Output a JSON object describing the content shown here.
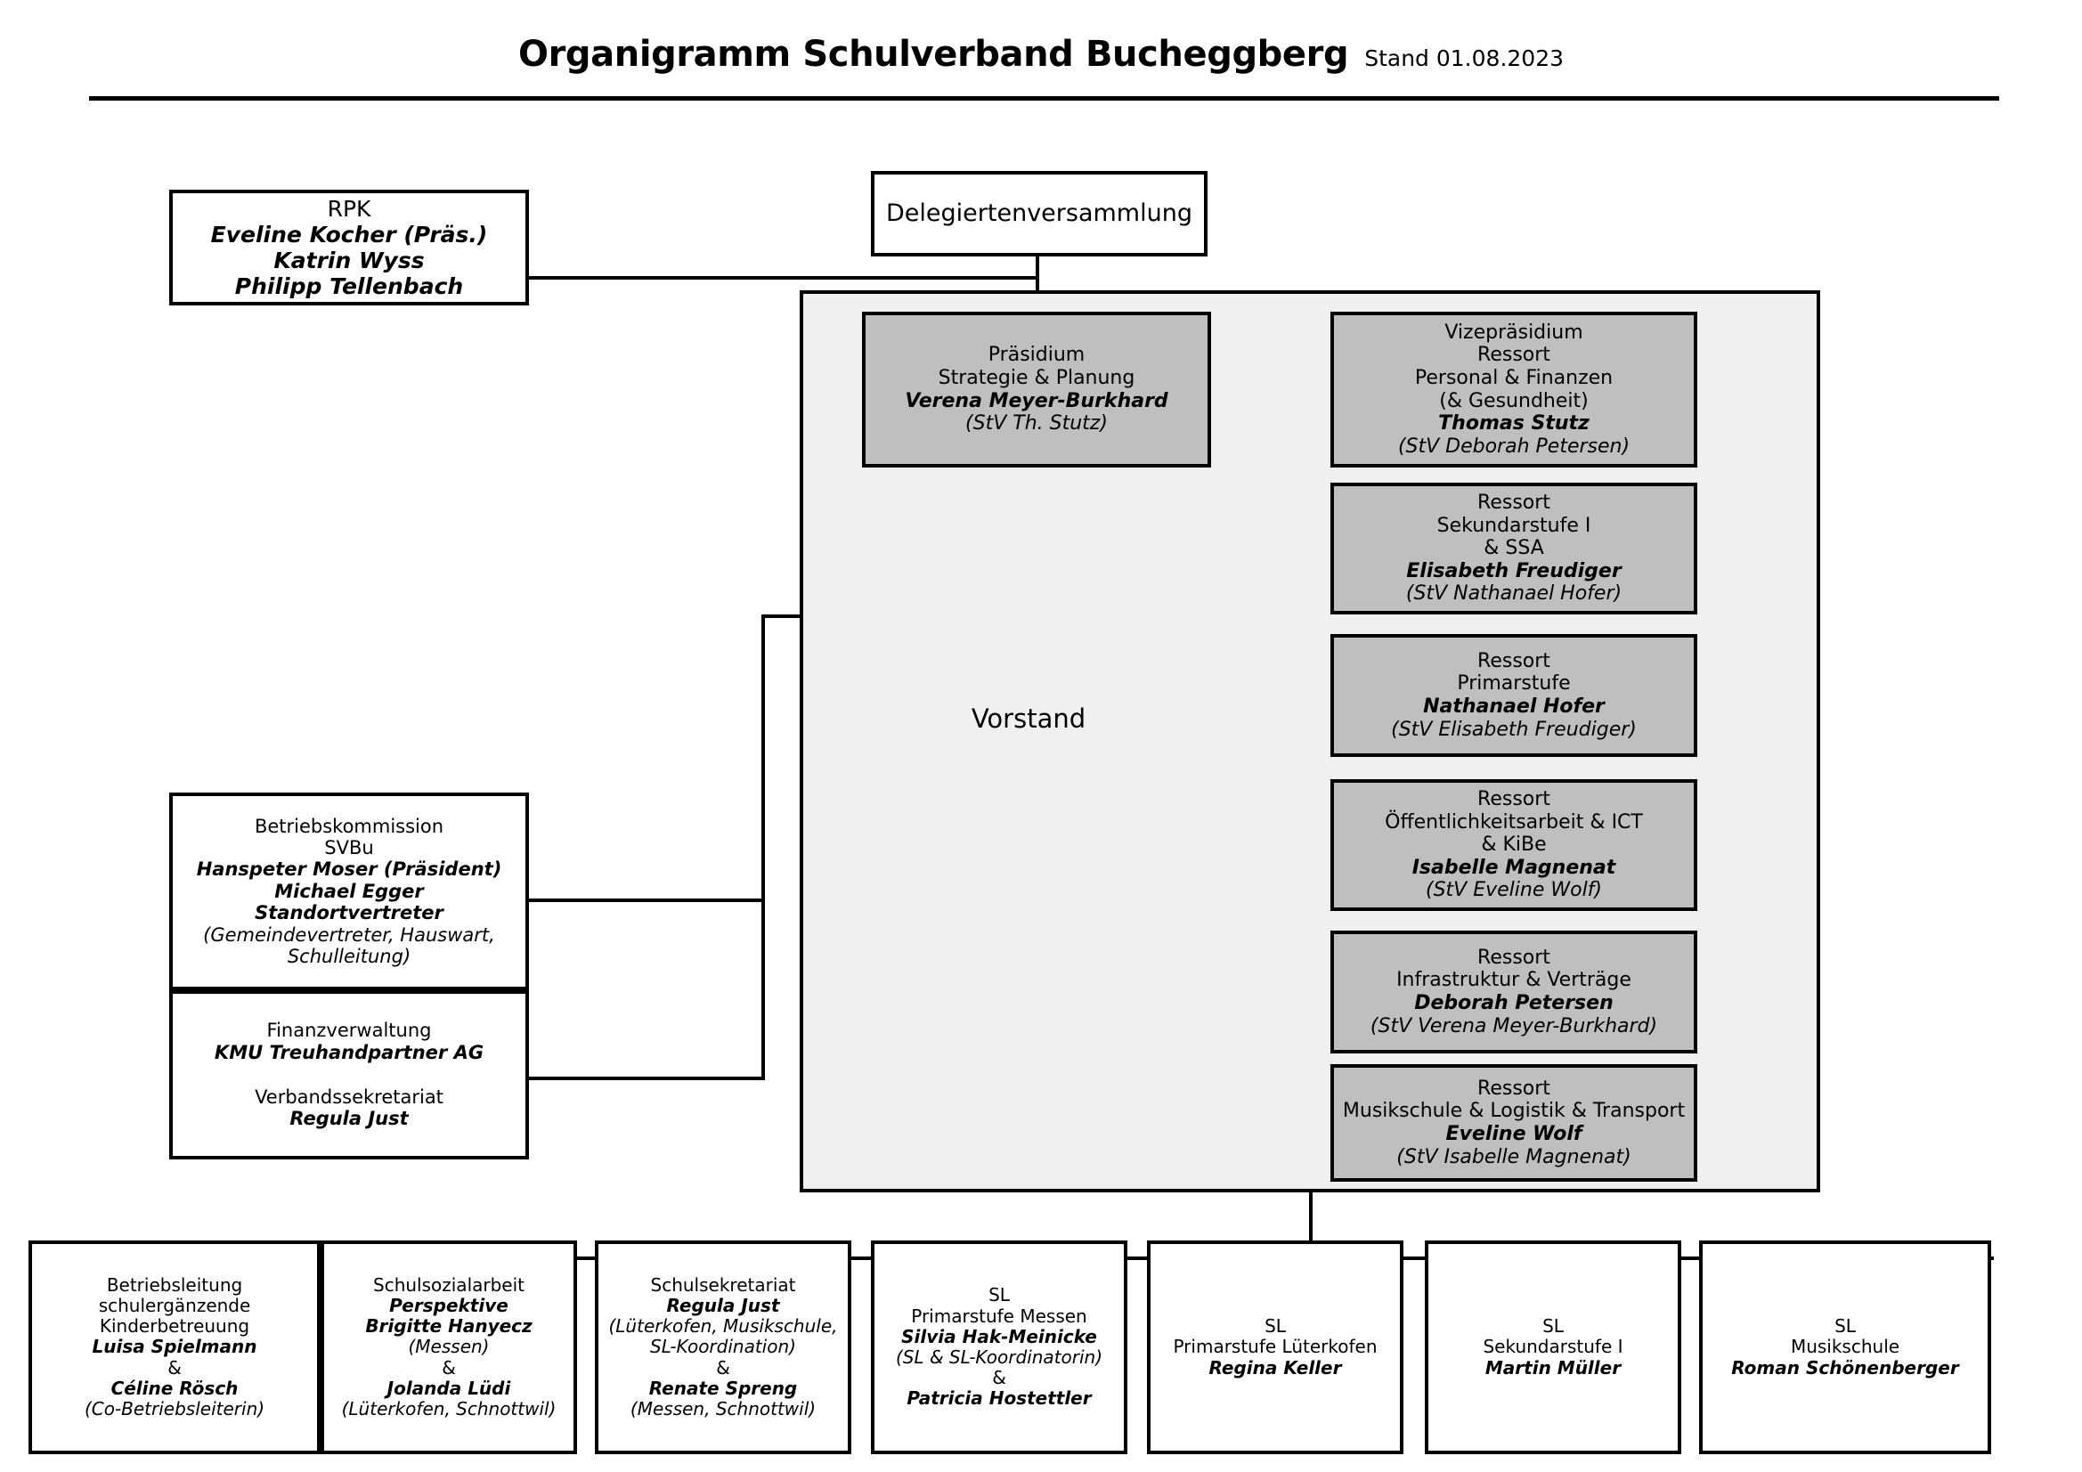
{
  "header": {
    "title": "Organigramm Schulverband Bucheggberg",
    "date": "Stand 01.08.2023"
  },
  "vorstand": {
    "label": "Vorstand"
  },
  "nodes": {
    "delegiertenversammlung": {
      "lines": [
        "Delegiertenversammlung"
      ]
    },
    "rpk": {
      "l1": "RPK",
      "l2": "Eveline Kocher (Präs.)",
      "l3": "Katrin Wyss",
      "l4": "Philipp Tellenbach"
    },
    "praesidium": {
      "l1": "Präsidium",
      "l2": "Strategie & Planung",
      "l3": "Verena Meyer-Burkhard",
      "l4": "(StV Th. Stutz)"
    },
    "vizepraesidium": {
      "l1": "Vizepräsidium",
      "l2": "Ressort",
      "l3": "Personal & Finanzen",
      "l4": "(& Gesundheit)",
      "l5": "Thomas Stutz",
      "l6": "(StV Deborah Petersen)"
    },
    "ressort_sek1": {
      "l1": "Ressort",
      "l2": "Sekundarstufe I",
      "l3": "& SSA",
      "l4": "Elisabeth Freudiger",
      "l5": "(StV Nathanael Hofer)"
    },
    "ressort_primar": {
      "l1": "Ressort",
      "l2": "Primarstufe",
      "l3": "Nathanael Hofer",
      "l4": "(StV Elisabeth Freudiger)"
    },
    "ressort_oeffentlichkeit": {
      "l1": "Ressort",
      "l2": "Öffentlichkeitsarbeit & ICT",
      "l3": "& KiBe",
      "l4": "Isabelle Magnenat",
      "l5": "(StV Eveline Wolf)"
    },
    "ressort_infrastruktur": {
      "l1": "Ressort",
      "l2": "Infrastruktur & Verträge",
      "l3": "Deborah Petersen",
      "l4": "(StV Verena Meyer-Burkhard)"
    },
    "ressort_musikschule": {
      "l1": "Ressort",
      "l2": "Musikschule & Logistik & Transport",
      "l3": "Eveline Wolf",
      "l4": "(StV Isabelle Magnenat)"
    },
    "betriebskommission": {
      "l1": "Betriebskommission",
      "l2": "SVBu",
      "l3": "Hanspeter Moser (Präsident)",
      "l4": "Michael Egger",
      "l5": "Standortvertreter",
      "l6": "(Gemeindevertreter, Hauswart,",
      "l7": "Schulleitung)"
    },
    "finanzverwaltung": {
      "l1": "Finanzverwaltung",
      "l2": "KMU Treuhandpartner AG",
      "l3": "Verbandssekretariat",
      "l4": "Regula Just"
    },
    "betriebsleitung": {
      "l1": "Betriebsleitung",
      "l2": "schulergänzende",
      "l3": "Kinderbetreuung",
      "l4": "Luisa Spielmann",
      "l5": "&",
      "l6": "Céline Rösch",
      "l7": "(Co-Betriebsleiterin)"
    },
    "schulsozialarbeit": {
      "l1": "Schulsozialarbeit",
      "l2": "Perspektive",
      "l3": "Brigitte Hanyecz",
      "l4": "(Messen)",
      "l5": "&",
      "l6": "Jolanda Lüdi",
      "l7": "(Lüterkofen, Schnottwil)"
    },
    "schulsekretariat": {
      "l1": "Schulsekretariat",
      "l2": "Regula Just",
      "l3": "(Lüterkofen, Musikschule,",
      "l4": "SL-Koordination)",
      "l5": "&",
      "l6": "Renate Spreng",
      "l7": "(Messen, Schnottwil)"
    },
    "sl_primar_messen": {
      "l1": "SL",
      "l2": "Primarstufe Messen",
      "l3": "Silvia Hak-Meinicke",
      "l4": "(SL & SL-Koordinatorin)",
      "l5": "&",
      "l6": "Patricia Hostettler"
    },
    "sl_primar_lueterkofen": {
      "l1": "SL",
      "l2": "Primarstufe Lüterkofen",
      "l3": "Regina Keller"
    },
    "sl_sek1": {
      "l1": "SL",
      "l2": "Sekundarstufe I",
      "l3": "Martin Müller"
    },
    "sl_musikschule": {
      "l1": "SL",
      "l2": "Musikschule",
      "l3": "Roman Schönenberger"
    }
  },
  "colors": {
    "box_border": "#000000",
    "ressort_fill": "#bfbfbf",
    "vorstand_fill": "#f0f0f0",
    "page_bg": "#ffffff"
  }
}
